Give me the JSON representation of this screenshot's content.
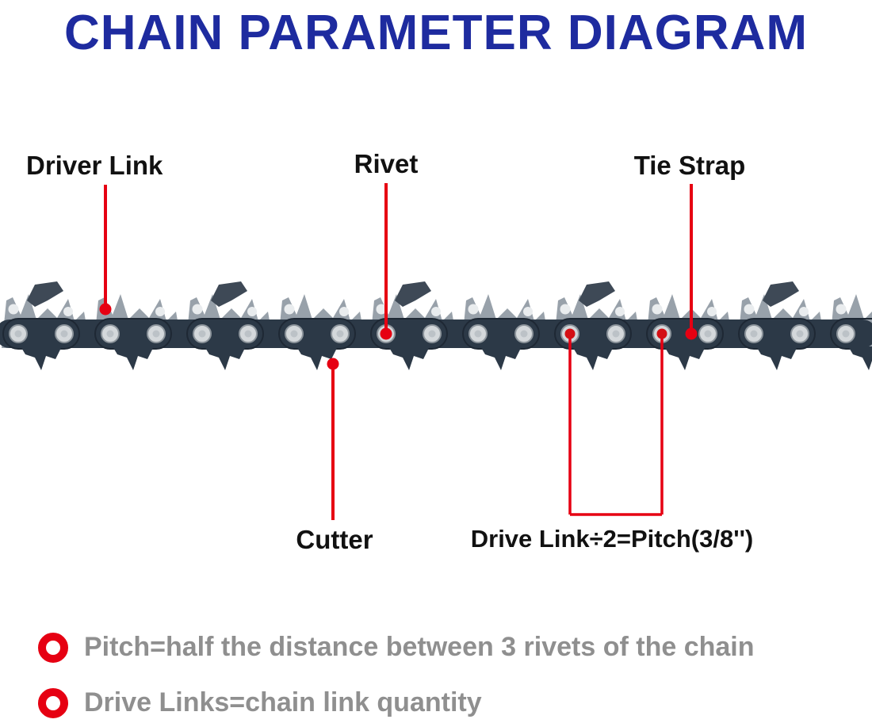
{
  "title": "CHAIN PARAMETER DIAGRAM",
  "callouts": {
    "driver_link": {
      "label": "Driver Link"
    },
    "rivet": {
      "label": "Rivet"
    },
    "tie_strap": {
      "label": "Tie Strap"
    },
    "cutter": {
      "label": "Cutter"
    },
    "pitch_formula": {
      "label": "Drive Link÷2=Pitch(3/8'')"
    }
  },
  "notes": [
    {
      "text": "Pitch=half the distance between 3 rivets of the chain"
    },
    {
      "text": "Drive Links=chain link quantity"
    }
  ],
  "colors": {
    "title_blue": "#1e2b9f",
    "marker_red": "#e60012",
    "note_gray": "#8f8f8f",
    "chain_dark": "#2c3947",
    "chain_plate_gray": "#98a1aa",
    "rivet_light": "#d4d8db"
  }
}
